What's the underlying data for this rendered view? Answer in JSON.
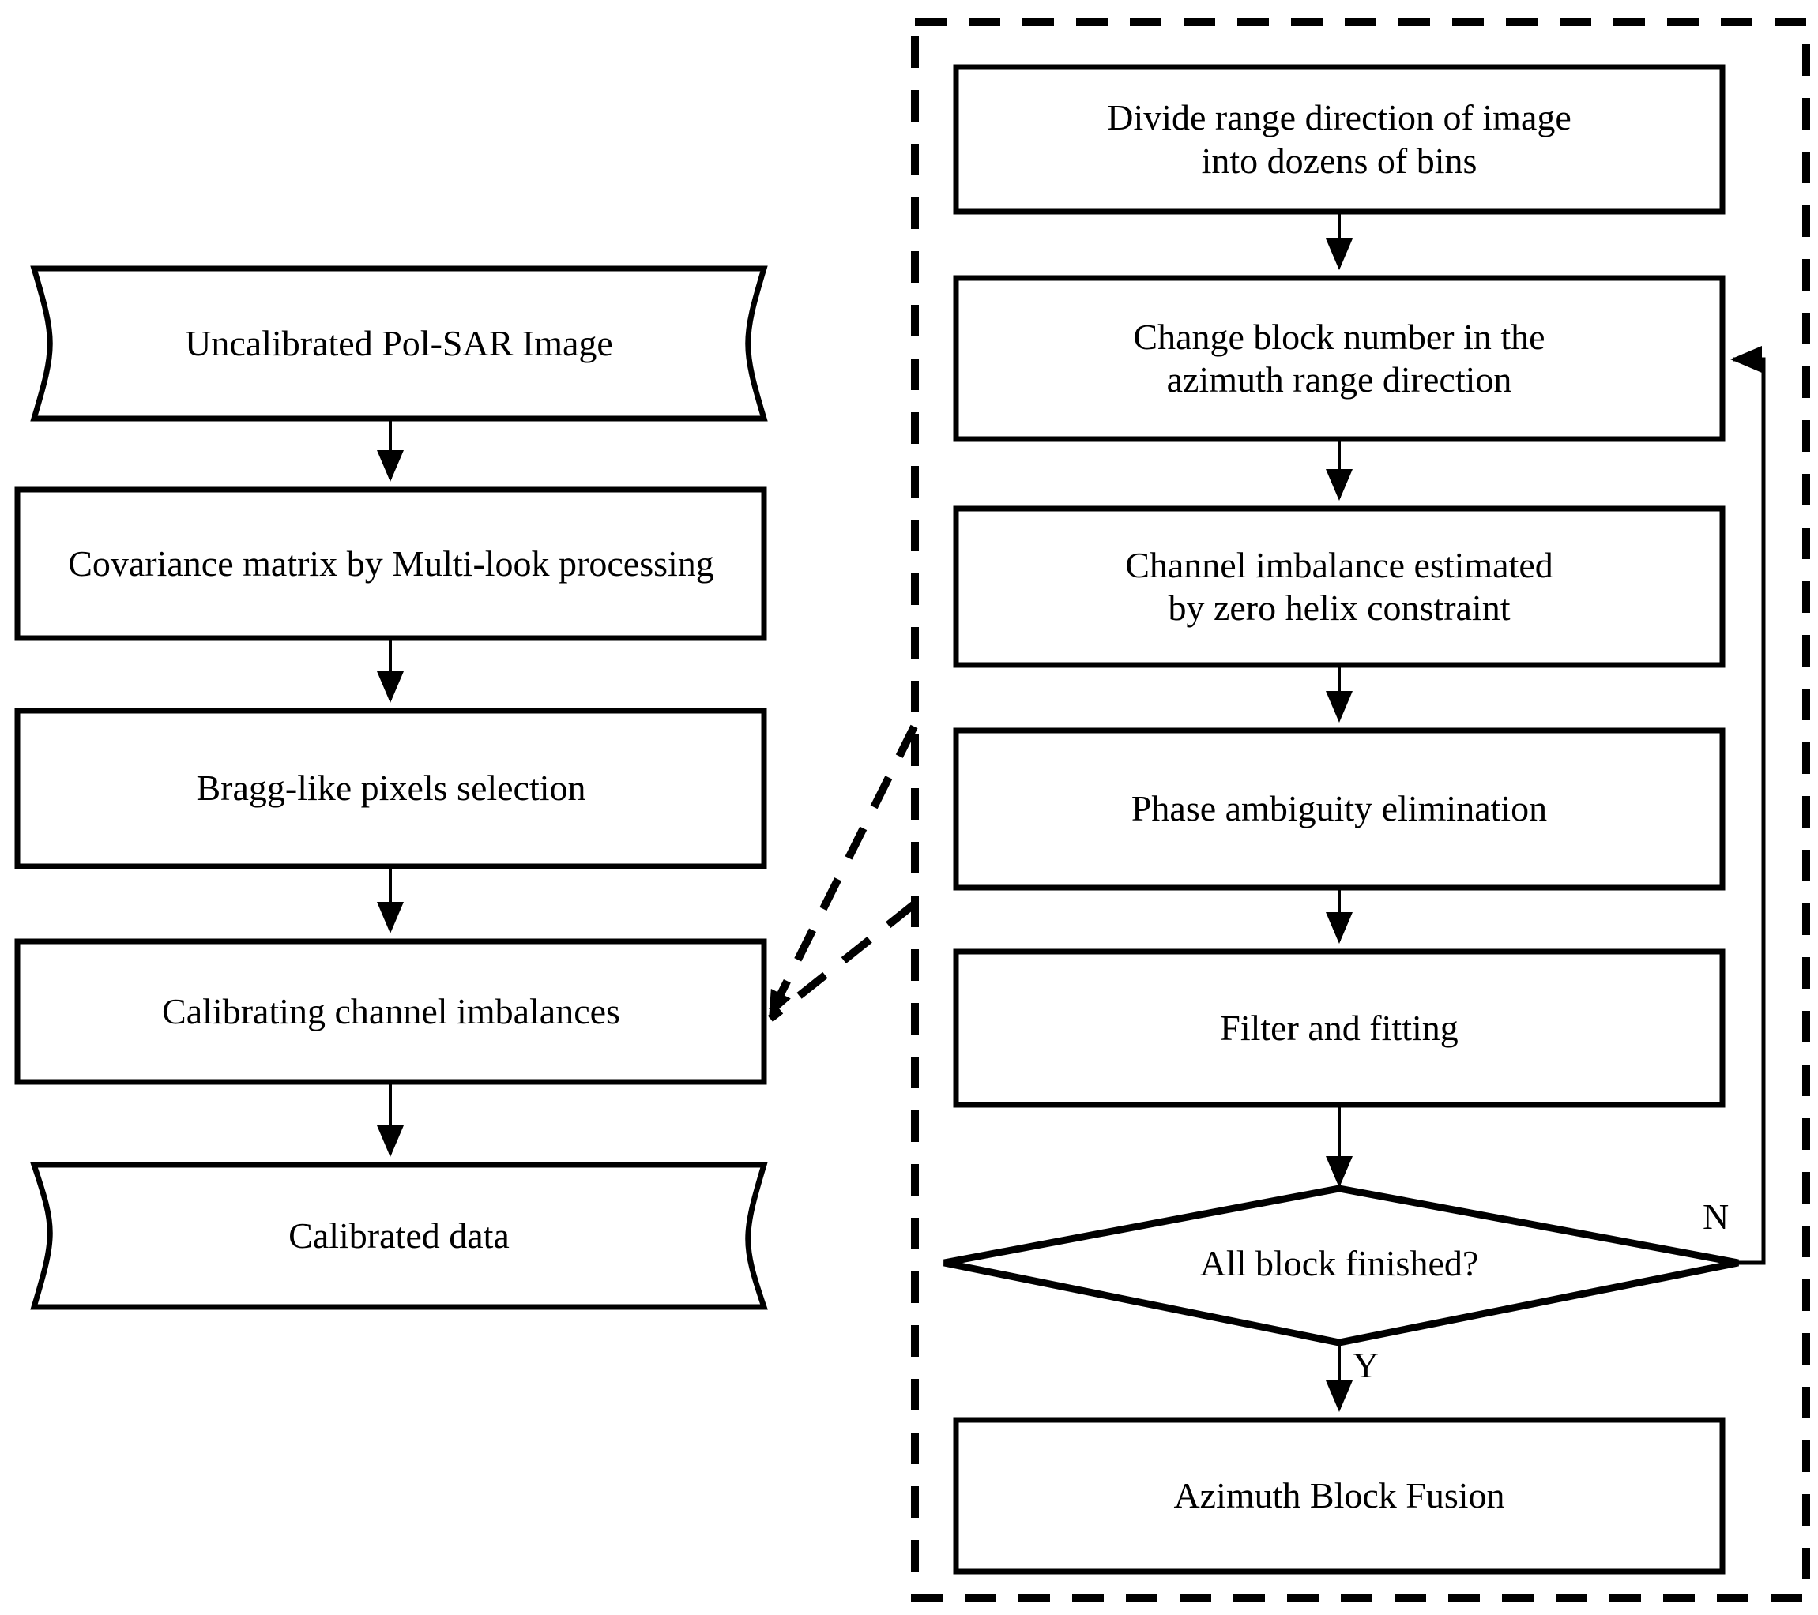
{
  "diagram": {
    "type": "flowchart",
    "title": "Pol-SAR channel imbalance calibration flowchart",
    "colors": {
      "stroke": "#000000",
      "fill": "#ffffff",
      "text": "#000000",
      "dashed_group_stroke": "#000000"
    }
  },
  "main_flow": {
    "nodes": [
      {
        "id": "input",
        "shape": "document",
        "label": "Uncalibrated Pol-SAR Image"
      },
      {
        "id": "covariance",
        "shape": "rectangle",
        "label": "Covariance matrix by Multi-look processing"
      },
      {
        "id": "bragg",
        "shape": "rectangle",
        "label": "Bragg-like pixels selection"
      },
      {
        "id": "calibrating",
        "shape": "rectangle",
        "label": "Calibrating channel imbalances"
      },
      {
        "id": "output",
        "shape": "document",
        "label": "Calibrated data"
      }
    ]
  },
  "detail_group": {
    "border_style": "dashed",
    "nodes": [
      {
        "id": "divide",
        "shape": "rectangle",
        "label": "Divide range direction of image\ninto dozens of bins"
      },
      {
        "id": "change-block",
        "shape": "rectangle",
        "label": "Change block number in the\nazimuth range direction"
      },
      {
        "id": "channel-imbalance",
        "shape": "rectangle",
        "label": "Channel imbalance estimated\nby zero helix constraint"
      },
      {
        "id": "phase-ambiguity",
        "shape": "rectangle",
        "label": "Phase ambiguity elimination"
      },
      {
        "id": "filter-fitting",
        "shape": "rectangle",
        "label": "Filter and fitting"
      },
      {
        "id": "all-block",
        "shape": "diamond",
        "label": "All block finished?"
      },
      {
        "id": "azimuth-fusion",
        "shape": "rectangle",
        "label": "Azimuth Block Fusion"
      }
    ],
    "edge_labels": {
      "decision_no": "N",
      "decision_yes": "Y"
    }
  }
}
